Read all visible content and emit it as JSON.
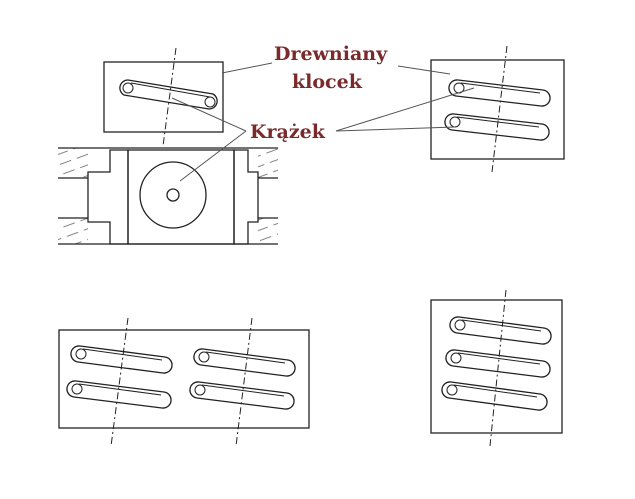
{
  "labels": {
    "block_line1": "Drewniany",
    "block_line2": "klocek",
    "disk": "Krążek"
  },
  "colors": {
    "label": "#7a2a2a",
    "ink": "#222222",
    "hatch": "#444444"
  }
}
